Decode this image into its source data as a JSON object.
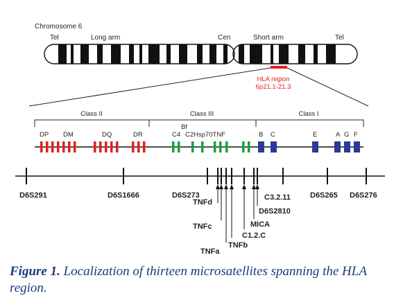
{
  "chromosome": {
    "title": "Chromosome 6",
    "arms": {
      "tel_left": "Tel",
      "long": "Long  arm",
      "cen": "Cen",
      "short": "Short arm",
      "tel_right": "Tel"
    },
    "hla": {
      "label": "HLA region",
      "band": "6p21.1-21.3",
      "color": "#e02020"
    }
  },
  "classes": [
    "Class II",
    "Class III",
    "Class I"
  ],
  "genes": {
    "class2": [
      "DP",
      "DM",
      "DQ",
      "DR"
    ],
    "class3_top": "Bf",
    "class3": [
      "C4",
      "C2Hsp70TNF"
    ],
    "class1": [
      "B",
      "C",
      "E",
      "A",
      "G",
      "F"
    ],
    "colors": {
      "class2": "#e02020",
      "class3": "#17a040",
      "class1": "#2a3a9a"
    }
  },
  "markers": {
    "below": [
      "D6S291",
      "D6S1666",
      "D6S273",
      "C3.2.11",
      "D6S265",
      "D6S276"
    ],
    "pointed": [
      "D6S2810",
      "MICA",
      "C1.2.C",
      "TNFb",
      "TNFd",
      "TNFc",
      "TNFa"
    ]
  },
  "caption": {
    "label": "Figure 1.",
    "text": "Localization of thirteen microsatellites spanning the HLA region."
  }
}
